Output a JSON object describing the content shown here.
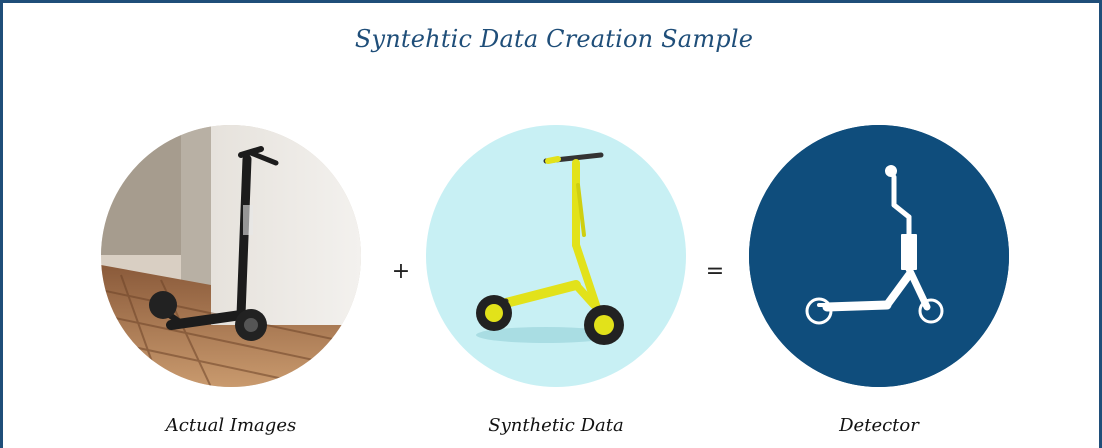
{
  "title": "Syntehtic Data Creation Sample",
  "operators": {
    "plus": "+",
    "equals": "="
  },
  "items": [
    {
      "caption": "Actual Images",
      "icon": "photo-scooter-icon"
    },
    {
      "caption": "Synthetic Data",
      "icon": "yellow-scooter-icon"
    },
    {
      "caption": "Detector",
      "icon": "scooter-outline-icon"
    }
  ],
  "colors": {
    "accent": "#1f4e79",
    "detector_bg": "#0f4d7c",
    "synthetic_bg": "#c8f0f4",
    "scooter_yellow": "#e2e21a"
  }
}
